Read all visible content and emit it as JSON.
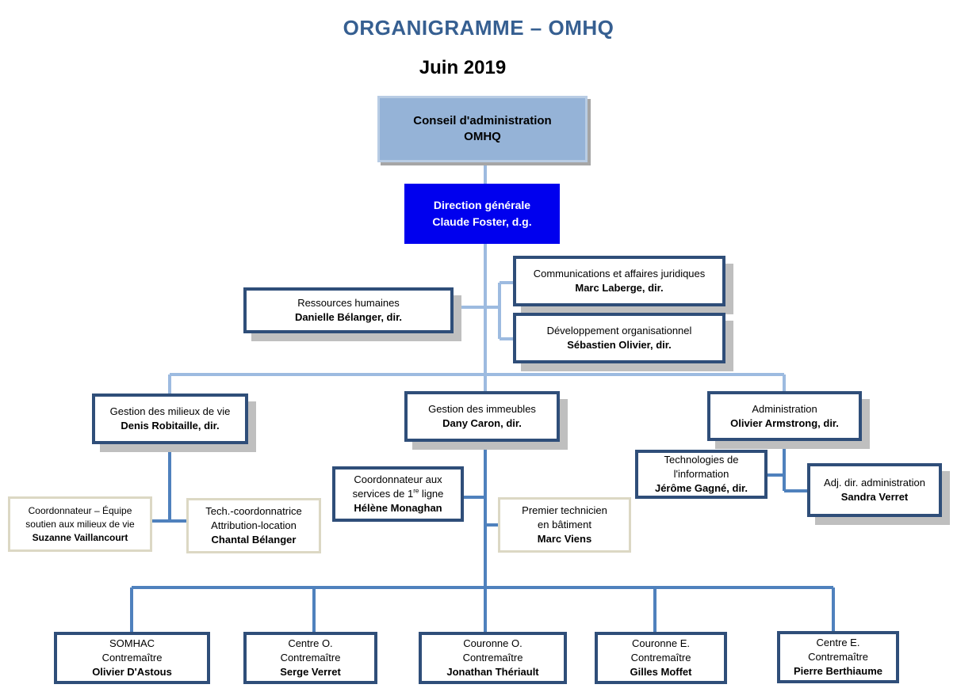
{
  "title": "ORGANIGRAMME – OMHQ",
  "subtitle": "Juin 2019",
  "conseil": {
    "line1": "Conseil d'administration",
    "line2": "OMHQ"
  },
  "direction": {
    "line1": "Direction générale",
    "line2": "Claude Foster, d.g."
  },
  "communications": {
    "unit": "Communications et affaires juridiques",
    "name": "Marc Laberge, dir."
  },
  "ressources": {
    "unit": "Ressources humaines",
    "name": "Danielle Bélanger, dir."
  },
  "developpement": {
    "unit": "Développement organisationnel",
    "name": "Sébastien Olivier, dir."
  },
  "milieux": {
    "unit": "Gestion des milieux de vie",
    "name": "Denis Robitaille, dir."
  },
  "immeubles": {
    "unit": "Gestion des immeubles",
    "name": "Dany Caron, dir."
  },
  "administration": {
    "unit": "Administration",
    "name": "Olivier Armstrong, dir."
  },
  "coord_equipe": {
    "line1": "Coordonnateur – Équipe",
    "line2": "soutien aux milieux de vie",
    "name": "Suzanne Vaillancourt"
  },
  "tech_coord": {
    "line1": "Tech.-coordonnatrice",
    "line2": "Attribution-location",
    "name": "Chantal Bélanger"
  },
  "coord_services": {
    "line1": "Coordonnateur aux",
    "line2_pre": "services de 1",
    "line2_sup": "re",
    "line2_post": " ligne",
    "name": "Hélène Monaghan"
  },
  "premier_tech": {
    "line1": "Premier technicien",
    "line2": "en bâtiment",
    "name": "Marc Viens"
  },
  "techno": {
    "line1": "Technologies de",
    "line2": "l'information",
    "name": "Jérôme Gagné, dir."
  },
  "adj_admin": {
    "unit": "Adj. dir. administration",
    "name": "Sandra Verret"
  },
  "secteurs": [
    {
      "unit": "SOMHAC",
      "role": "Contremaître",
      "name": "Olivier D'Astous"
    },
    {
      "unit": "Centre O.",
      "role": "Contremaître",
      "name": "Serge Verret"
    },
    {
      "unit": "Couronne O.",
      "role": "Contremaître",
      "name": "Jonathan Thériault"
    },
    {
      "unit": "Couronne E.",
      "role": "Contremaître",
      "name": "Gilles Moffet"
    },
    {
      "unit": "Centre E.",
      "role": "Contremaître",
      "name": "Pierre Berthiaume"
    }
  ],
  "colors": {
    "navy": "#2f4e79",
    "light_blue": "#95b3d7",
    "royal_blue": "#0000ee",
    "connector_light": "#9dbbe0",
    "connector_dark": "#4f81bd",
    "beige": "#dcd8c4"
  }
}
